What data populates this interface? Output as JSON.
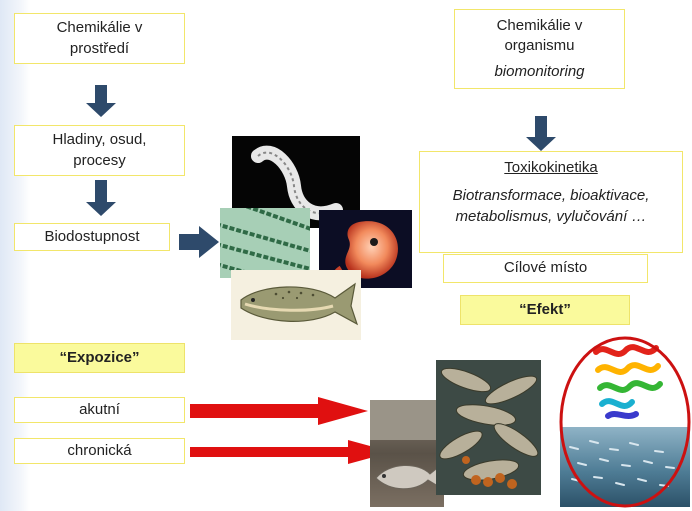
{
  "left": {
    "box1": "Chemikálie v prostředí",
    "box2": "Hladiny, osud, procesy",
    "box3": "Biodostupnost",
    "exposure_title": "“Expozice”",
    "acute": "akutní",
    "chronic": "chronická"
  },
  "right": {
    "box1_title": "Chemikálie v organismu",
    "box1_sub": "biomonitoring",
    "tox_title": "Toxikokinetika",
    "tox_sub": "Biotransformace, bioaktivace, metabolismus, vylučování …",
    "target": "Cílové místo",
    "effect": "“Efekt”"
  },
  "colors": {
    "box_border": "#f2e66a",
    "yellow_fill": "#fafa9c",
    "dark_arrow": "#2e4a6b",
    "red_arrow": "#e01010",
    "red_circle": "#cc1111"
  },
  "images": [
    "worm-photo",
    "algae-photo",
    "embryo-photo",
    "fish-drawing",
    "dead-fish-photo",
    "fish-pile-photo",
    "protein-structure",
    "fish-school-photo"
  ]
}
